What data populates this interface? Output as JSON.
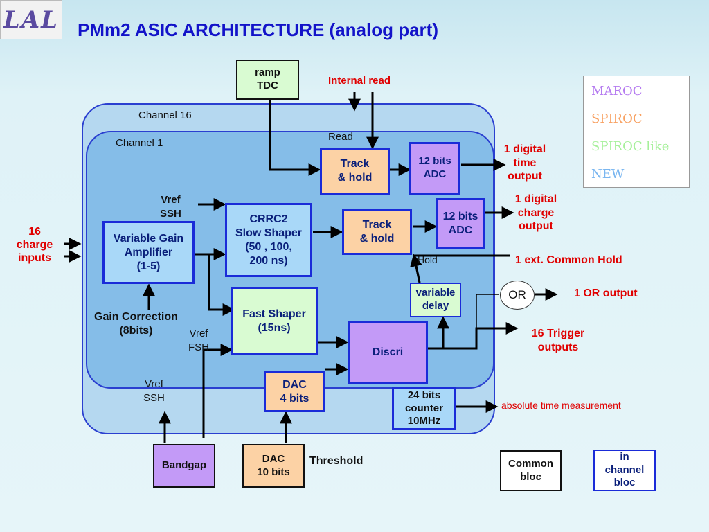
{
  "title": "PMm2 ASIC ARCHITECTURE (analog part)",
  "logo": {
    "text": "LAL"
  },
  "colors": {
    "title": "#1313c9",
    "block_blue": "#a9d8f8",
    "block_purple": "#c39af7",
    "block_orange": "#fcd2a5",
    "block_green": "#d9fbd2",
    "channel16_bg": "#b5d8f0",
    "channel1_bg": "#85bde8",
    "accent_red": "#e00000"
  },
  "legend": {
    "items": [
      {
        "label": "MAROC",
        "color": "#b57bf0"
      },
      {
        "label": "SPIROC",
        "color": "#f8a060"
      },
      {
        "label": "SPIROC like",
        "color": "#a6f09a"
      },
      {
        "label": "NEW",
        "color": "#7ab6f0"
      }
    ]
  },
  "regions": {
    "channel16": "Channel 16",
    "channel1": "Channel 1"
  },
  "blocks": {
    "ramp_tdc": "ramp\nTDC",
    "track_hold_time": "Track\n& hold",
    "adc_time": "12 bits\nADC",
    "crrc2": "CRRC2\nSlow Shaper\n(50 , 100,\n200 ns)",
    "track_hold_charge": "Track\n& hold",
    "adc_charge": "12 bits\nADC",
    "vga": "Variable Gain\nAmplifier\n(1-5)",
    "fast_shaper": "Fast Shaper\n(15ns)",
    "variable_delay": "variable\ndelay",
    "or_gate": "OR",
    "discri": "Discri",
    "dac4": "DAC\n4 bits",
    "counter": "24 bits\ncounter\n10MHz",
    "bandgap": "Bandgap",
    "dac10": "DAC\n10 bits",
    "common_bloc": "Common\nbloc",
    "in_channel_bloc": "in\nchannel\nbloc"
  },
  "labels": {
    "internal_read": "Internal read",
    "read": "Read",
    "vref_ssh_top": "Vref\nSSH",
    "vref_ssh_bottom": "Vref\nSSH",
    "vref_fsh": "Vref\nFSH",
    "gain_correction": "Gain Correction\n(8bits)",
    "hold": "Hold",
    "threshold": "Threshold",
    "charge_inputs": "16\ncharge\ninputs",
    "digital_time_output": "1 digital\ntime\noutput",
    "digital_charge_output": "1 digital\ncharge\noutput",
    "ext_common_hold": "1 ext. Common Hold",
    "or_output": "1 OR output",
    "trigger_outputs": "16 Trigger\noutputs",
    "absolute_time": "absolute  time measurement"
  }
}
